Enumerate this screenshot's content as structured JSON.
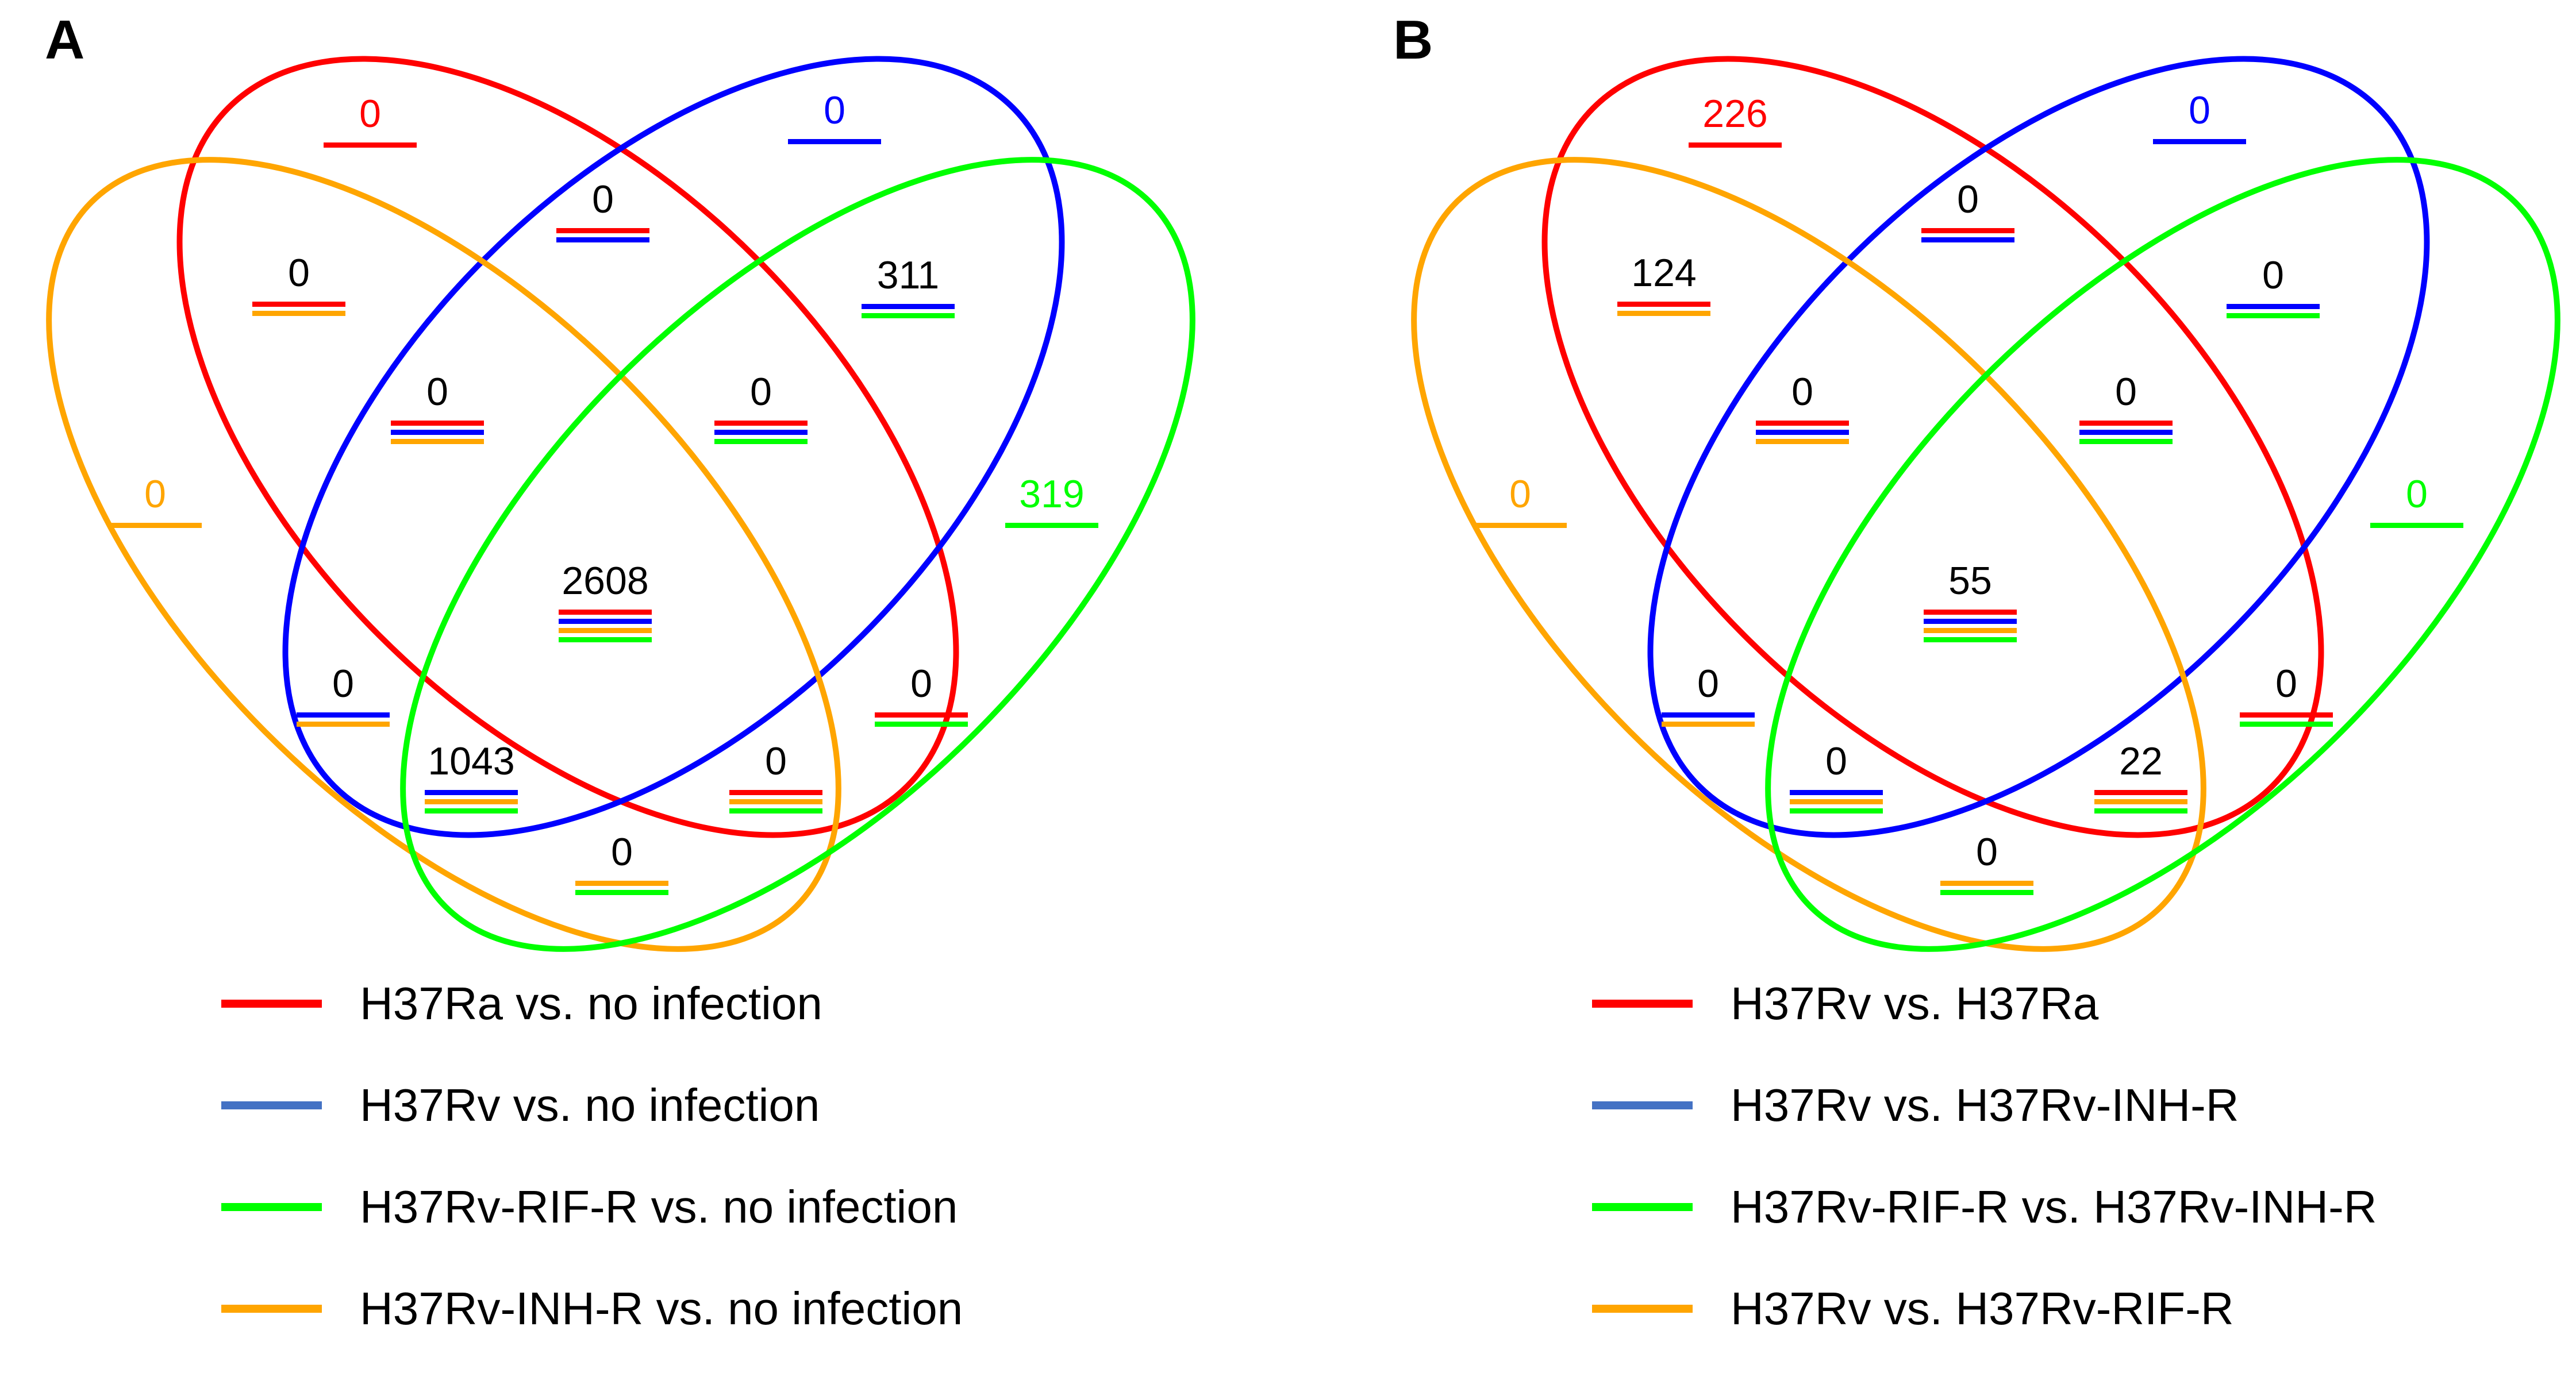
{
  "colors": {
    "red": "#ff0000",
    "blue": "#0000ff",
    "green": "#00ff00",
    "orange": "#ffa500",
    "legend_blue": "#4472c4",
    "black": "#000000"
  },
  "panels": [
    {
      "letter": "A",
      "legend": [
        {
          "color": "red",
          "label": "H37Ra vs. no infection"
        },
        {
          "color": "legend_blue",
          "label": "H37Rv vs. no infection"
        },
        {
          "color": "green",
          "label": "H37Rv-RIF-R vs. no infection"
        },
        {
          "color": "orange",
          "label": "H37Rv-INH-R vs. no infection"
        }
      ],
      "regions": [
        {
          "id": "red",
          "sets": [
            "red"
          ],
          "value": "0",
          "value_color": "red"
        },
        {
          "id": "blue",
          "sets": [
            "blue"
          ],
          "value": "0",
          "value_color": "blue"
        },
        {
          "id": "rb",
          "sets": [
            "red",
            "blue"
          ],
          "value": "0",
          "value_color": "black"
        },
        {
          "id": "ro",
          "sets": [
            "red",
            "orange"
          ],
          "value": "0",
          "value_color": "black"
        },
        {
          "id": "bg",
          "sets": [
            "blue",
            "green"
          ],
          "value": "311",
          "value_color": "black"
        },
        {
          "id": "rbo",
          "sets": [
            "red",
            "blue",
            "orange"
          ],
          "value": "0",
          "value_color": "black"
        },
        {
          "id": "rbg",
          "sets": [
            "red",
            "blue",
            "green"
          ],
          "value": "0",
          "value_color": "black"
        },
        {
          "id": "orange",
          "sets": [
            "orange"
          ],
          "value": "0",
          "value_color": "orange"
        },
        {
          "id": "green",
          "sets": [
            "green"
          ],
          "value": "319",
          "value_color": "green"
        },
        {
          "id": "rbog",
          "sets": [
            "red",
            "blue",
            "orange",
            "green"
          ],
          "value": "2608",
          "value_color": "black"
        },
        {
          "id": "bo",
          "sets": [
            "blue",
            "orange"
          ],
          "value": "0",
          "value_color": "black"
        },
        {
          "id": "rg",
          "sets": [
            "red",
            "green"
          ],
          "value": "0",
          "value_color": "black"
        },
        {
          "id": "bog",
          "sets": [
            "blue",
            "orange",
            "green"
          ],
          "value": "1043",
          "value_color": "black"
        },
        {
          "id": "rog",
          "sets": [
            "red",
            "orange",
            "green"
          ],
          "value": "0",
          "value_color": "black"
        },
        {
          "id": "og",
          "sets": [
            "orange",
            "green"
          ],
          "value": "0",
          "value_color": "black"
        }
      ]
    },
    {
      "letter": "B",
      "legend": [
        {
          "color": "red",
          "label": "H37Rv vs. H37Ra"
        },
        {
          "color": "legend_blue",
          "label": "H37Rv vs. H37Rv-INH-R"
        },
        {
          "color": "green",
          "label": "H37Rv-RIF-R vs. H37Rv-INH-R"
        },
        {
          "color": "orange",
          "label": "H37Rv vs. H37Rv-RIF-R"
        }
      ],
      "regions": [
        {
          "id": "red",
          "sets": [
            "red"
          ],
          "value": "226",
          "value_color": "red"
        },
        {
          "id": "blue",
          "sets": [
            "blue"
          ],
          "value": "0",
          "value_color": "blue"
        },
        {
          "id": "rb",
          "sets": [
            "red",
            "blue"
          ],
          "value": "0",
          "value_color": "black"
        },
        {
          "id": "ro",
          "sets": [
            "red",
            "orange"
          ],
          "value": "124",
          "value_color": "black"
        },
        {
          "id": "bg",
          "sets": [
            "blue",
            "green"
          ],
          "value": "0",
          "value_color": "black"
        },
        {
          "id": "rbo",
          "sets": [
            "red",
            "blue",
            "orange"
          ],
          "value": "0",
          "value_color": "black"
        },
        {
          "id": "rbg",
          "sets": [
            "red",
            "blue",
            "green"
          ],
          "value": "0",
          "value_color": "black"
        },
        {
          "id": "orange",
          "sets": [
            "orange"
          ],
          "value": "0",
          "value_color": "orange"
        },
        {
          "id": "green",
          "sets": [
            "green"
          ],
          "value": "0",
          "value_color": "green"
        },
        {
          "id": "rbog",
          "sets": [
            "red",
            "blue",
            "orange",
            "green"
          ],
          "value": "55",
          "value_color": "black"
        },
        {
          "id": "bo",
          "sets": [
            "blue",
            "orange"
          ],
          "value": "0",
          "value_color": "black"
        },
        {
          "id": "rg",
          "sets": [
            "red",
            "green"
          ],
          "value": "0",
          "value_color": "black"
        },
        {
          "id": "bog",
          "sets": [
            "blue",
            "orange",
            "green"
          ],
          "value": "0",
          "value_color": "black"
        },
        {
          "id": "rog",
          "sets": [
            "red",
            "orange",
            "green"
          ],
          "value": "22",
          "value_color": "black"
        },
        {
          "id": "og",
          "sets": [
            "orange",
            "green"
          ],
          "value": "0",
          "value_color": "black"
        }
      ]
    }
  ]
}
